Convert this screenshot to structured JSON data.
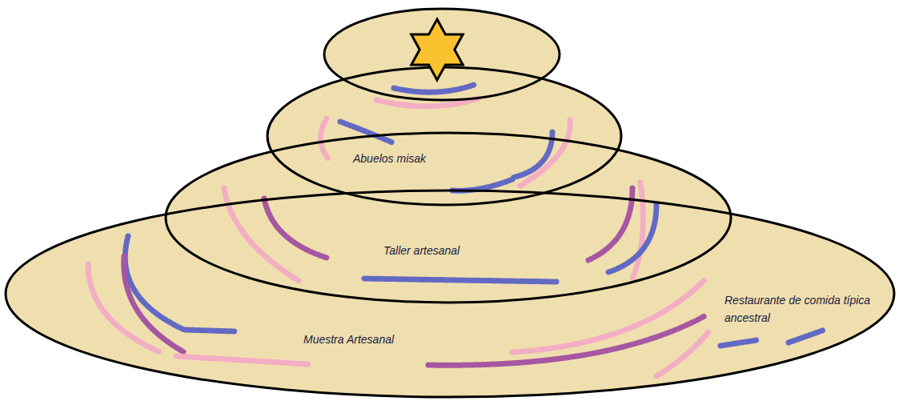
{
  "diagram": {
    "nodes": [
      {
        "text": [
          "Abuelos misak"
        ]
      },
      {
        "text": [
          "Taller artesanal"
        ]
      },
      {
        "text": [
          "Muestra Artesanal",
          "Restaurante de comida típica ancestral"
        ]
      }
    ]
  }
}
